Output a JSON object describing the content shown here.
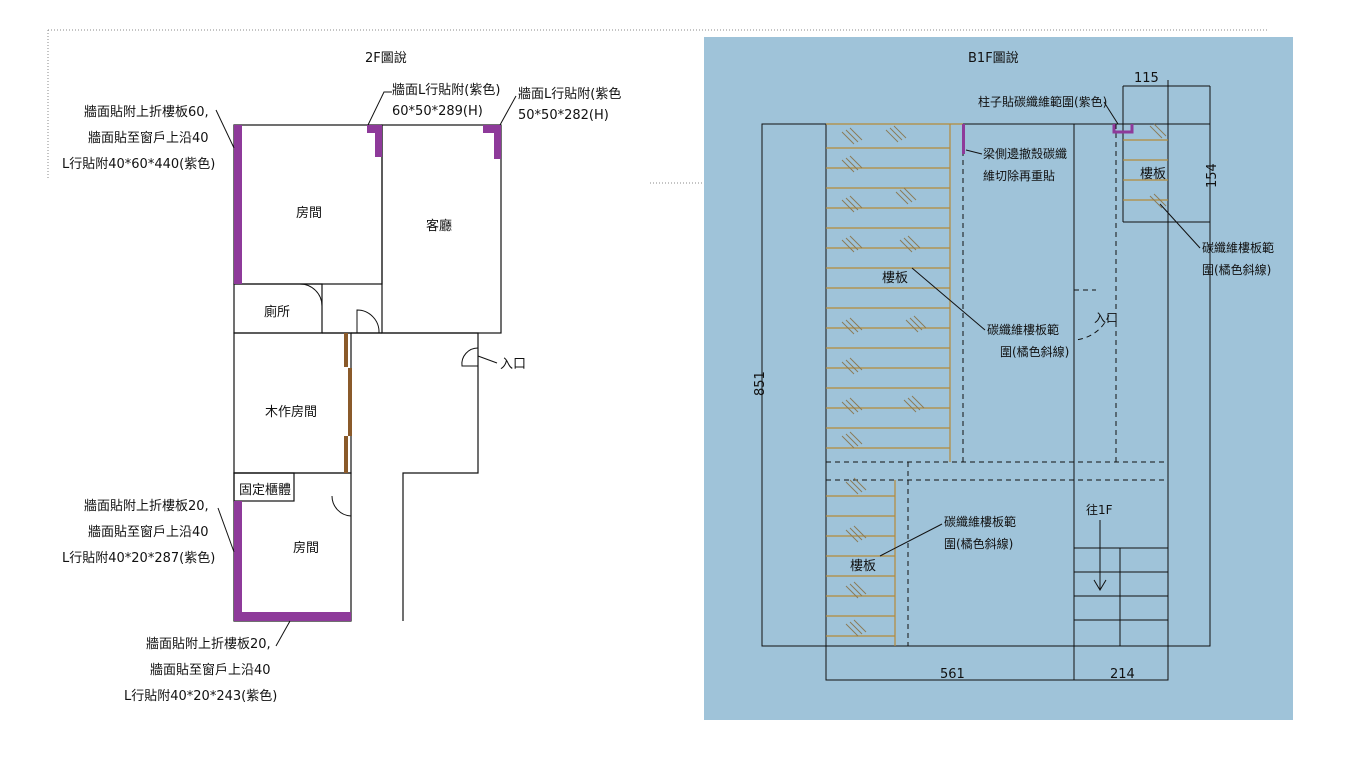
{
  "left_plan": {
    "title": "2F圖說",
    "rooms": {
      "room_top": "房間",
      "living": "客廳",
      "toilet": "廁所",
      "woodwork": "木作房間",
      "cabinet": "固定櫃體",
      "room_bottom": "房間"
    },
    "entrance": "入口",
    "note_top_left": [
      "牆面貼附上折樓板60,",
      "牆面貼至窗戶上沿40",
      "L行貼附40*60*440(紫色)"
    ],
    "note_top_mid": [
      "牆面L行貼附(紫色)",
      "60*50*289(H)"
    ],
    "note_top_right": [
      "牆面L行貼附(紫色",
      "50*50*282(H)"
    ],
    "note_mid_left": [
      "牆面貼附上折樓板20,",
      "牆面貼至窗戶上沿40",
      "L行貼附40*20*287(紫色)"
    ],
    "note_bottom": [
      "牆面貼附上折樓板20,",
      "牆面貼至窗戶上沿40",
      "L行貼附40*20*243(紫色)"
    ]
  },
  "right_plan": {
    "title": "B1F圖說",
    "dim_top": "115",
    "dim_side_small": "154",
    "dim_left": "851",
    "dim_bottom_left": "561",
    "dim_bottom_right": "214",
    "column_note": "柱子貼碳纖維範圍(紫色)",
    "beam_note": [
      "梁側邊撤殼碳纖",
      "維切除再重貼"
    ],
    "slab_1": "樓板",
    "slab_2": "樓板",
    "slab_3": "樓板",
    "cf_note_1": [
      "碳纖維樓板範",
      "圍(橘色斜線)"
    ],
    "cf_note_2": [
      "碳纖維樓板範",
      "圍(橘色斜線)"
    ],
    "cf_note_3": [
      "碳纖維樓板範",
      "圍(橘色斜線)"
    ],
    "entrance": "入口",
    "to_1f": "往1F"
  },
  "colors": {
    "panel_bg": "#9fc3d9",
    "purple": "#8e3a9a",
    "orange": "#b58a3a",
    "brown": "#8a5a2a"
  }
}
